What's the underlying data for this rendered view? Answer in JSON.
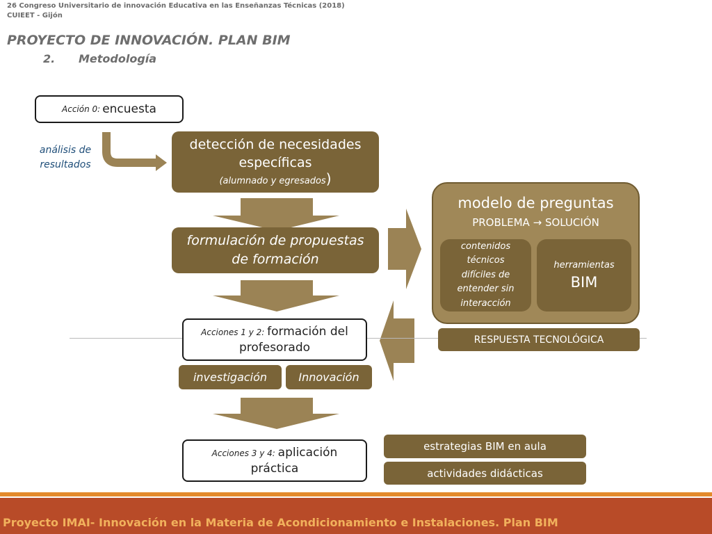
{
  "header": {
    "congress": "26 Congreso Universitario de innovación Educativa en las Enseñanzas Técnicas (2018)",
    "location": "CUIEET - Gijón",
    "title": "PROYECTO DE INNOVACIÓN. PLAN BIM",
    "section_number": "2.",
    "section_title": "Metodología"
  },
  "flow": {
    "accion0_prefix": "Acción 0: ",
    "accion0_main": "encuesta",
    "analysis_line1": "análisis de",
    "analysis_line2": "resultados",
    "deteccion_line1": "detección de necesidades",
    "deteccion_line2": "específicas",
    "deteccion_sub": "(alumnado y egresados",
    "deteccion_paren": ")",
    "formulacion_line1": "formulación de propuestas",
    "formulacion_line2": "de formación",
    "acciones12_prefix": "Acciones 1 y 2: ",
    "acciones12_main1": "formación del",
    "acciones12_main2": "profesorado",
    "investigacion": "investigación",
    "innovacion": "Innovación",
    "acciones34_prefix": "Acciones 3 y 4: ",
    "acciones34_main1": "aplicación",
    "acciones34_main2": "práctica"
  },
  "model": {
    "title": "modelo de preguntas",
    "subtitle_left": "PROBLEMA",
    "subtitle_arrow": "→",
    "subtitle_right": "SOLUCIÓN",
    "contenidos": [
      "contenidos",
      "técnicos",
      "difíciles de",
      "entender sin",
      "interacción"
    ],
    "herramientas_small": "herramientas",
    "herramientas_big": "BIM",
    "respuesta": "RESPUESTA TECNOLÓGICA"
  },
  "outcomes": {
    "estrategias": "estrategias BIM en aula",
    "actividades": "actividades didácticas"
  },
  "footer": {
    "text": "Proyecto IMAI- Innovación en la Materia de Acondicionamiento e Instalaciones. Plan BIM"
  },
  "colors": {
    "box_brown": "#7a6438",
    "panel_tan": "#a08858",
    "arrow_tan": "#9b8355",
    "footer_orange": "#b84b28",
    "footer_text": "#f1b15c"
  }
}
